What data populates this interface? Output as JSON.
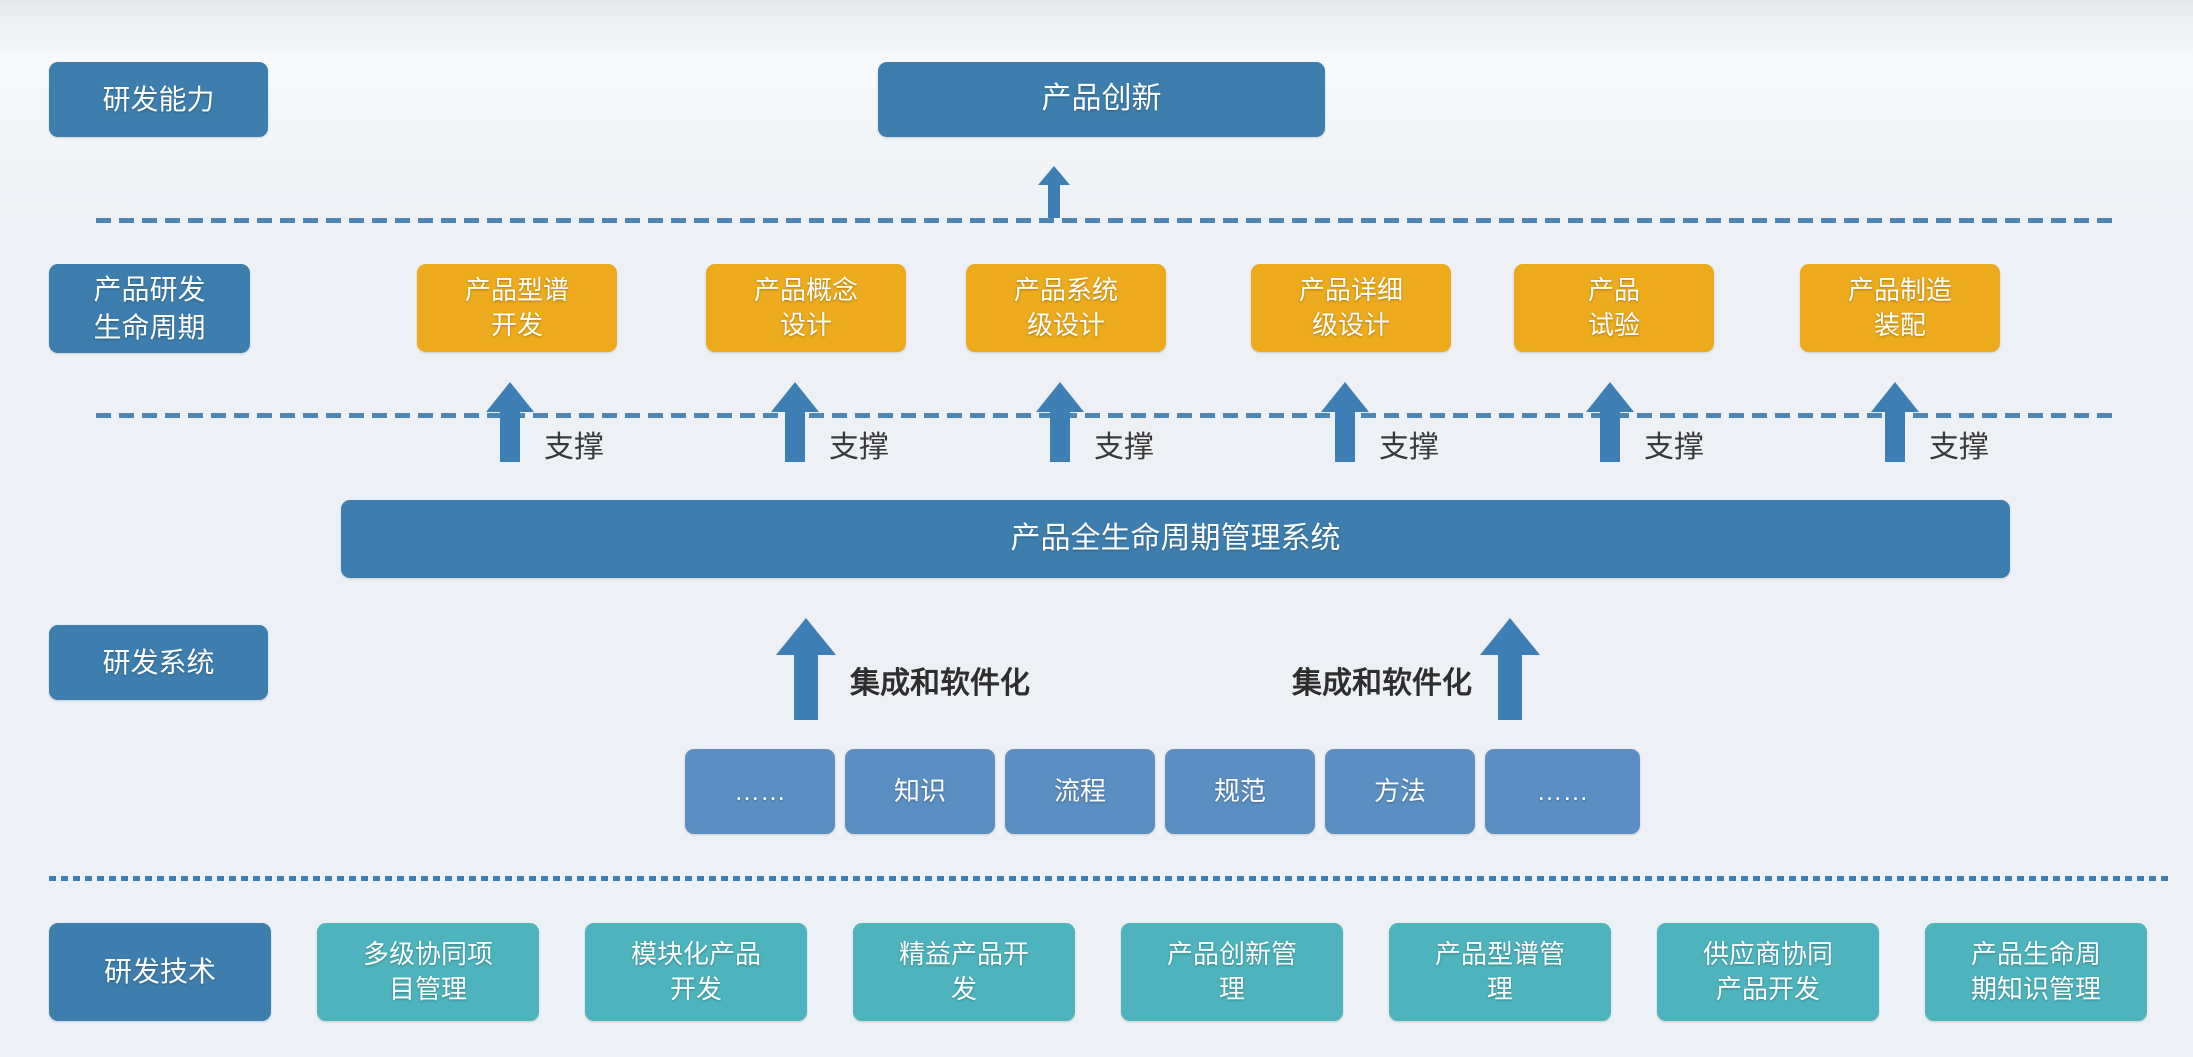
{
  "palette": {
    "dark_blue": "#3d7eae",
    "orange": "#ecaa1c",
    "mid_blue": "#5b8ec2",
    "teal": "#4db3bd",
    "arrow_blue": "#3d7eb4",
    "line_blue": "#4b86b5",
    "background": "#edf1f5"
  },
  "rows": {
    "capability": {
      "label": "研发能力",
      "innovation": "产品创新"
    },
    "lifecycle": {
      "label": "产品研发\n生命周期",
      "stages": [
        "产品型谱\n开发",
        "产品概念\n设计",
        "产品系统\n级设计",
        "产品详细\n级设计",
        "产品\n试验",
        "产品制造\n装配"
      ],
      "support_label": "支撑"
    },
    "plm": {
      "bar": "产品全生命周期管理系统"
    },
    "system": {
      "label": "研发系统",
      "integration_label": "集成和软件化",
      "elements": [
        "……",
        "知识",
        "流程",
        "规范",
        "方法",
        "……"
      ]
    },
    "technology": {
      "label": "研发技术",
      "items": [
        "多级协同项\n目管理",
        "模块化产品\n开发",
        "精益产品开\n发",
        "产品创新管\n理",
        "产品型谱管\n理",
        "供应商协同\n产品开发",
        "产品生命周\n期知识管理"
      ]
    }
  }
}
